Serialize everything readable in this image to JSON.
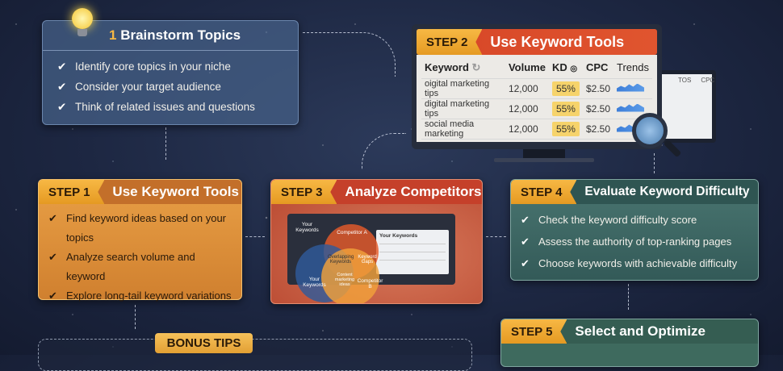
{
  "step_brainstorm": {
    "number": "1",
    "title": "Brainstorm Topics",
    "icon": "lightbulb-icon",
    "items": [
      "Identify core topics in your niche",
      "Consider your target audience",
      "Think of related issues and questions"
    ]
  },
  "step2": {
    "tag": "STEP 2",
    "title": "Use Keyword Tools",
    "columns": [
      "Keyword",
      "Volume",
      "KD",
      "CPC",
      "Trends"
    ],
    "rows": [
      {
        "keyword": "oigital marketing tips",
        "volume": "12,000",
        "kd": "55%",
        "cpc": "$2.50"
      },
      {
        "keyword": "digital marketing tips",
        "volume": "12,000",
        "kd": "55%",
        "cpc": "$2.50"
      },
      {
        "keyword": "social media marketing",
        "volume": "12,000",
        "kd": "55%",
        "cpc": "$2.50"
      }
    ],
    "mini_columns": [
      "TOS",
      "CPC"
    ]
  },
  "step1": {
    "tag": "STEP 1",
    "title": "Use Keyword Tools",
    "items": [
      "Find keyword ideas based on your topics",
      "Analyze search volume and keyword",
      "Explore long-tail keyword variations"
    ]
  },
  "step3": {
    "tag": "STEP 3",
    "title": "Analyze Competitors",
    "venn": {
      "your_keywords_top": "Your Keywords",
      "competitor_a": "Competitor A",
      "overlap": "Overlapping Keywords",
      "keyword_gaps": "Keyword Gaps",
      "content_ideas": "Content marketing ideas",
      "competitor_b": "Competitor B",
      "your_keywords_bottom": "Your Keywords"
    },
    "panel_title": "Your Keywords"
  },
  "step4": {
    "tag": "STEP 4",
    "title": "Evaluate Keyword Difficulty",
    "items": [
      "Check the keyword difficulty score",
      "Assess the authority of top-ranking pages",
      "Choose keywords with achievable difficulty"
    ]
  },
  "step5": {
    "tag": "STEP 5",
    "title": "Select and Optimize"
  },
  "bonus": {
    "label": "BONUS TIPS"
  },
  "colors": {
    "background": "#1d2742",
    "accent_orange": "#f2a93b",
    "step2_red": "#d9482b",
    "step3_red": "#c9503a",
    "step4_teal": "#3d6b66",
    "brainstorm_blue": "#3b5274"
  }
}
